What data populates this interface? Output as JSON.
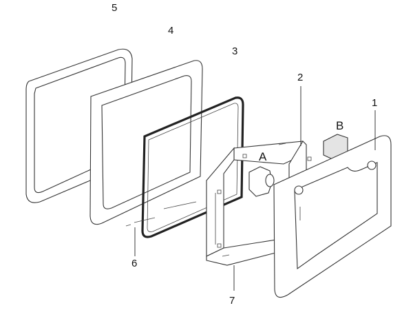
{
  "labels": {
    "p1": "1",
    "p2": "2",
    "p3": "3",
    "p4": "4",
    "p5": "5",
    "p6": "6",
    "p7": "7",
    "a": "A",
    "b": "B"
  }
}
